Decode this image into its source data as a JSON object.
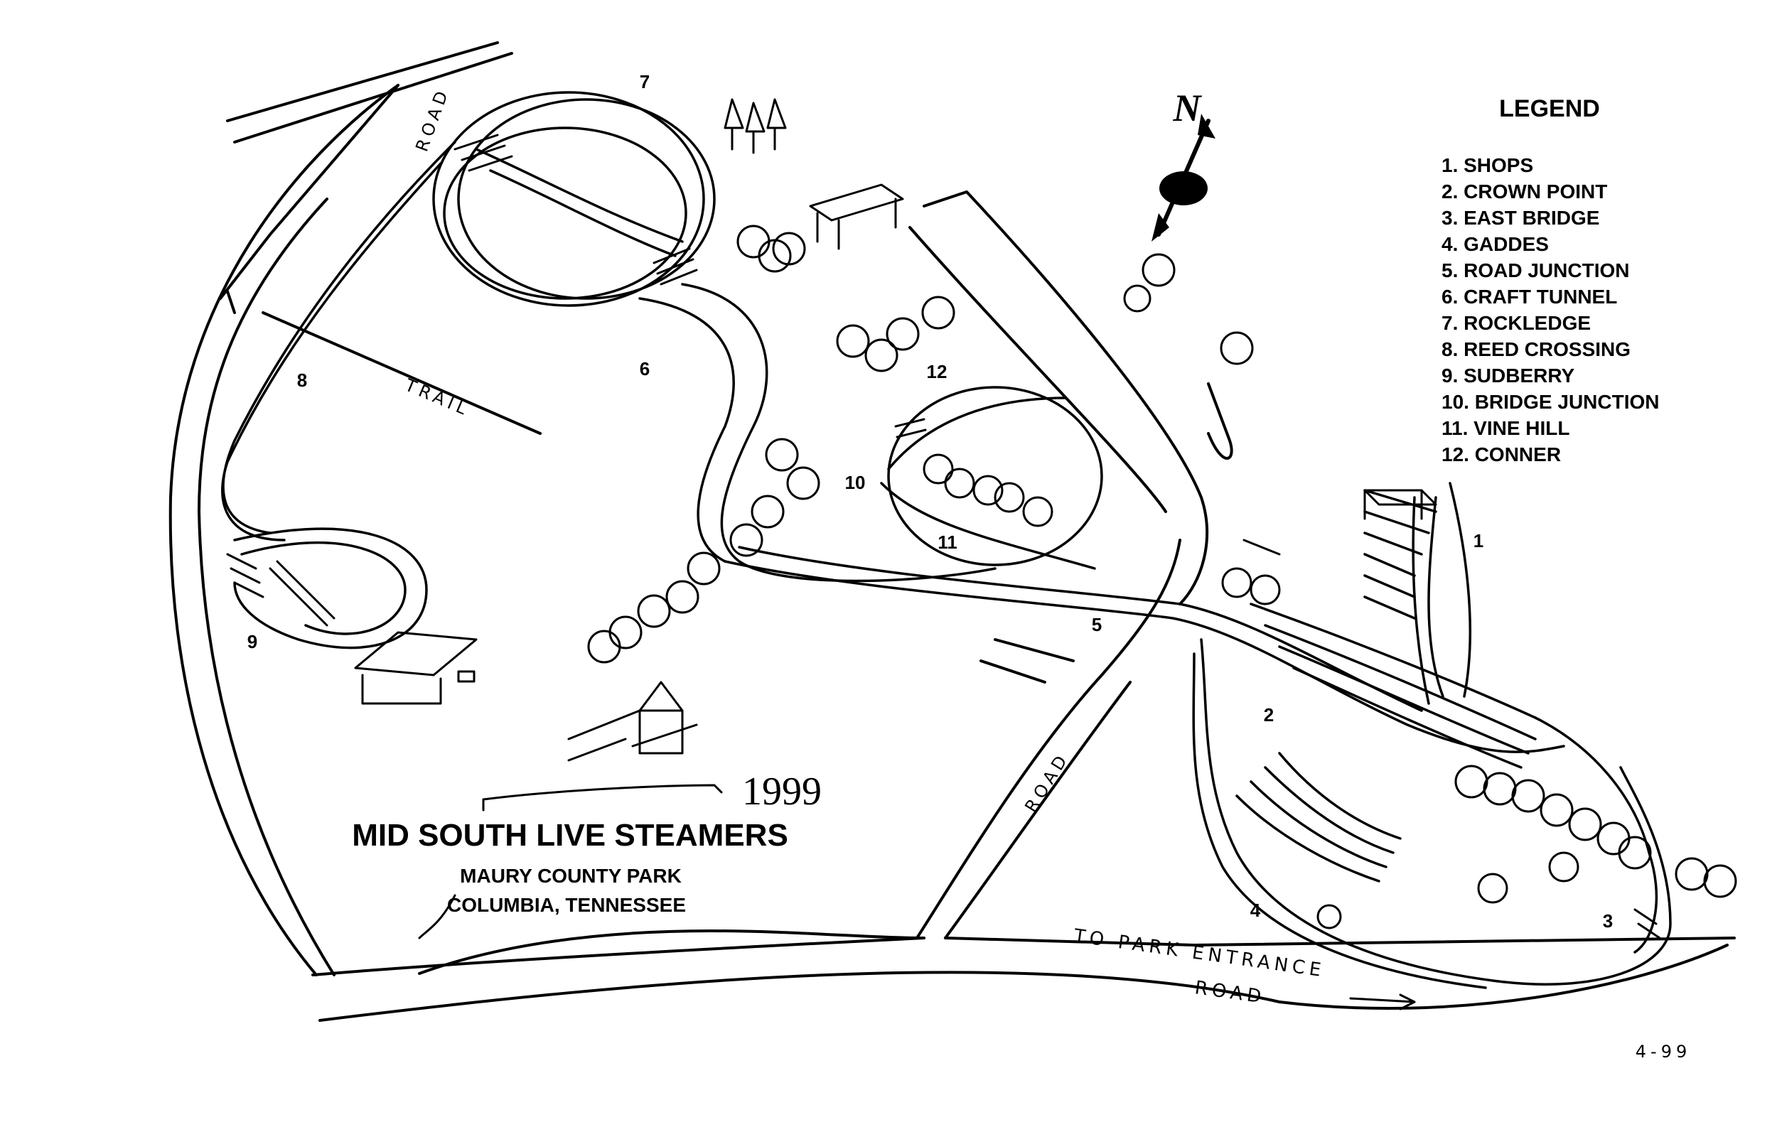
{
  "compass": {
    "label": "N"
  },
  "legend": {
    "title": "LEGEND",
    "items": [
      "1.  SHOPS",
      "2.  CROWN POINT",
      "3.  EAST BRIDGE",
      "4.  GADDES",
      "5.  ROAD JUNCTION",
      "6.  CRAFT TUNNEL",
      "7.  ROCKLEDGE",
      "8.  REED CROSSING",
      "9.  SUDBERRY",
      "10.  BRIDGE JUNCTION",
      "11.  VINE HILL",
      "12.  CONNER"
    ]
  },
  "markers": {
    "m1": "1",
    "m2": "2",
    "m3": "3",
    "m4": "4",
    "m5": "5",
    "m6": "6",
    "m7": "7",
    "m8": "8",
    "m9": "9",
    "m10": "10",
    "m11": "11",
    "m12": "12"
  },
  "road_labels": {
    "road_upper_left": "ROAD",
    "trail": "TRAIL",
    "road_center": "ROAD",
    "park_entrance": "TO PARK ENTRANCE",
    "park_entrance_road": "ROAD"
  },
  "title_block": {
    "year": "1999",
    "title": "MID SOUTH LIVE STEAMERS",
    "park": "MAURY COUNTY PARK",
    "city": "COLUMBIA, TENNESSEE"
  },
  "date_stamp": "4-99"
}
